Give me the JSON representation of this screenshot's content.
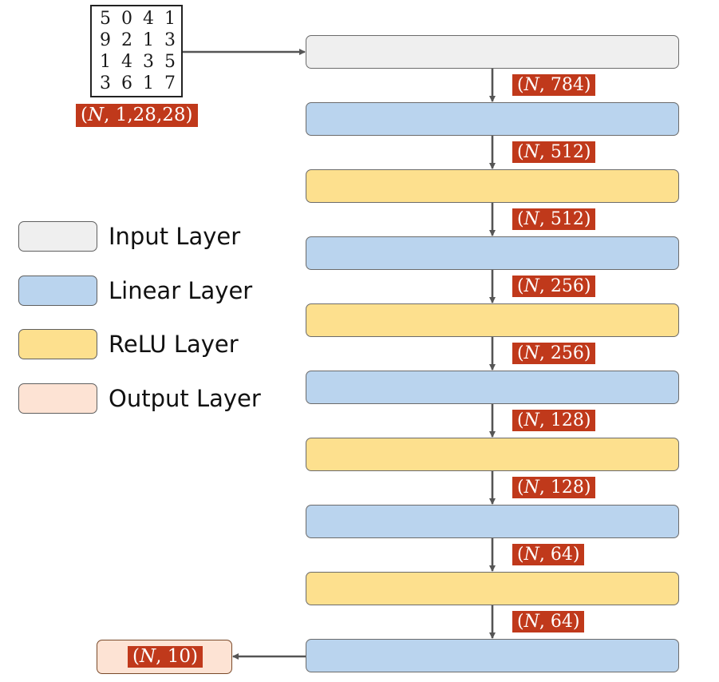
{
  "colors": {
    "input_layer": "#efefef",
    "linear_layer": "#bad4ee",
    "relu_layer": "#fde08e",
    "output_layer": "#fde3d4",
    "shape_label_bg": "#c0391b",
    "arrow": "#555555"
  },
  "legend": {
    "input": "Input Layer",
    "linear": "Linear Layer",
    "relu": "ReLU Layer",
    "output": "Output Layer"
  },
  "input_image": {
    "digits": [
      [
        "5",
        "0",
        "4",
        "1"
      ],
      [
        "9",
        "2",
        "1",
        "3"
      ],
      [
        "1",
        "4",
        "3",
        "5"
      ],
      [
        "3",
        "6",
        "1",
        "7"
      ]
    ],
    "shape": {
      "open": "(",
      "var": "N",
      "rest": ", 1,28,28)"
    }
  },
  "layers": [
    {
      "type": "input"
    },
    {
      "type": "linear"
    },
    {
      "type": "relu"
    },
    {
      "type": "linear"
    },
    {
      "type": "relu"
    },
    {
      "type": "linear"
    },
    {
      "type": "relu"
    },
    {
      "type": "linear"
    },
    {
      "type": "relu"
    },
    {
      "type": "linear"
    }
  ],
  "edge_shapes": [
    {
      "open": "(",
      "var": "N",
      "rest": ", 784)"
    },
    {
      "open": "(",
      "var": "N",
      "rest": ", 512)"
    },
    {
      "open": "(",
      "var": "N",
      "rest": ", 512)"
    },
    {
      "open": "(",
      "var": "N",
      "rest": ", 256)"
    },
    {
      "open": "(",
      "var": "N",
      "rest": ", 256)"
    },
    {
      "open": "(",
      "var": "N",
      "rest": ", 128)"
    },
    {
      "open": "(",
      "var": "N",
      "rest": ", 128)"
    },
    {
      "open": "(",
      "var": "N",
      "rest": ", 64)"
    },
    {
      "open": "(",
      "var": "N",
      "rest": ", 64)"
    }
  ],
  "output": {
    "open": "(",
    "var": "N",
    "rest": ", 10)"
  }
}
